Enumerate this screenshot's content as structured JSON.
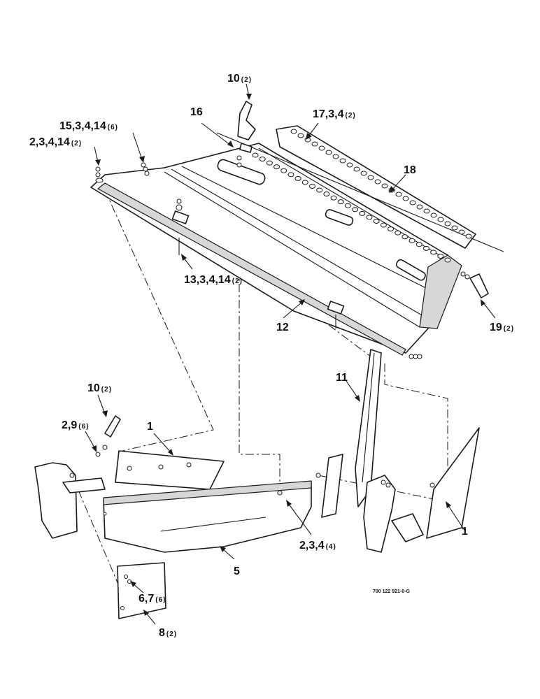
{
  "callouts": [
    {
      "id": "c10-top",
      "num": "10",
      "qty": "(2)"
    },
    {
      "id": "c16",
      "num": "16",
      "qty": ""
    },
    {
      "id": "c17",
      "num": "17,3,4",
      "qty": "(2)"
    },
    {
      "id": "c15",
      "num": "15,3,4,14",
      "qty": "(6)"
    },
    {
      "id": "c2-top",
      "num": "2,3,4,14",
      "qty": "(2)"
    },
    {
      "id": "c18",
      "num": "18",
      "qty": ""
    },
    {
      "id": "c13",
      "num": "13,3,4,14",
      "qty": "(2)"
    },
    {
      "id": "c12",
      "num": "12",
      "qty": ""
    },
    {
      "id": "c19",
      "num": "19",
      "qty": "(2)"
    },
    {
      "id": "c11",
      "num": "11",
      "qty": ""
    },
    {
      "id": "c10-left",
      "num": "10",
      "qty": "(2)"
    },
    {
      "id": "c2-9",
      "num": "2,9",
      "qty": "(6)"
    },
    {
      "id": "c1-left",
      "num": "1",
      "qty": ""
    },
    {
      "id": "c1-right",
      "num": "1",
      "qty": ""
    },
    {
      "id": "c2-3-4",
      "num": "2,3,4",
      "qty": "(4)"
    },
    {
      "id": "c5",
      "num": "5",
      "qty": ""
    },
    {
      "id": "c6-7",
      "num": "6,7",
      "qty": "(6)"
    },
    {
      "id": "c8",
      "num": "8",
      "qty": "(2)"
    }
  ],
  "drawing_code": "700 122 921-0-G"
}
